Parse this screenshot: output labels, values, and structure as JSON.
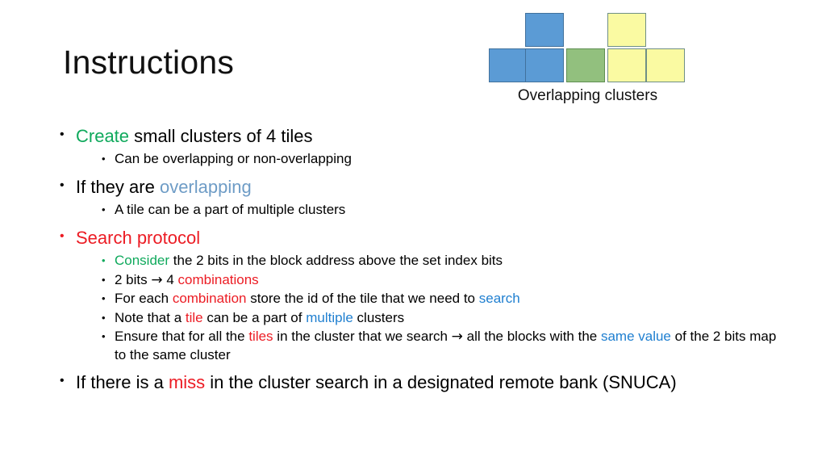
{
  "slide": {
    "title": "Instructions"
  },
  "colors": {
    "green": "#0FA95C",
    "red": "#EC1C24",
    "blue_soft": "#6E9CC6",
    "blue": "#1F7FD0",
    "tile_blue": "#5B9BD5",
    "tile_green": "#92C07E",
    "tile_yellow": "#FAFAA2"
  },
  "figure": {
    "caption": "Overlapping clusters",
    "tiles": [
      {
        "row": 0,
        "col": 1,
        "color": "blue"
      },
      {
        "row": 0,
        "col": 3,
        "color": "yellow"
      },
      {
        "row": 1,
        "col": 0,
        "color": "blue"
      },
      {
        "row": 1,
        "col": 1,
        "color": "blue"
      },
      {
        "row": 1,
        "col": 2,
        "color": "green"
      },
      {
        "row": 1,
        "col": 3,
        "color": "yellow"
      },
      {
        "row": 1,
        "col": 4,
        "color": "yellow"
      }
    ]
  },
  "bullet_char": "•",
  "arrow_char": "→",
  "content": {
    "b1": {
      "accent": "Create",
      "rest": " small clusters of 4 tiles",
      "sub1": "Can be overlapping or non-overlapping"
    },
    "b2": {
      "lead": "If they are ",
      "accent": "overlapping",
      "sub1": "A tile can be a part of multiple clusters"
    },
    "b3": {
      "heading": "Search protocol",
      "sub1": {
        "accent": "Consider",
        "rest": " the 2 bits in the block address above the set index bits"
      },
      "sub2": {
        "lead": "2 bits ",
        "arrow": "→",
        "mid": " 4 ",
        "accent": "combinations"
      },
      "sub3": {
        "lead": "For each ",
        "accent1": "combination",
        "mid": " store the id of the tile that we need to ",
        "accent2": "search"
      },
      "sub4": {
        "lead": "Note that a ",
        "accent1": "tile",
        "mid": " can be a part of ",
        "accent2": "multiple",
        "tail": " clusters"
      },
      "sub5": {
        "lead": "Ensure that for all the ",
        "accent1": "tiles",
        "mid": " in the cluster that we search ",
        "arrow": "→",
        "mid2": " all the blocks with the ",
        "accent2": "same value",
        "tail": " of the 2 bits map to the same cluster"
      }
    },
    "b4": {
      "lead": "If there is a ",
      "accent": "miss",
      "tail": " in the cluster search in a designated remote bank (SNUCA)"
    }
  }
}
